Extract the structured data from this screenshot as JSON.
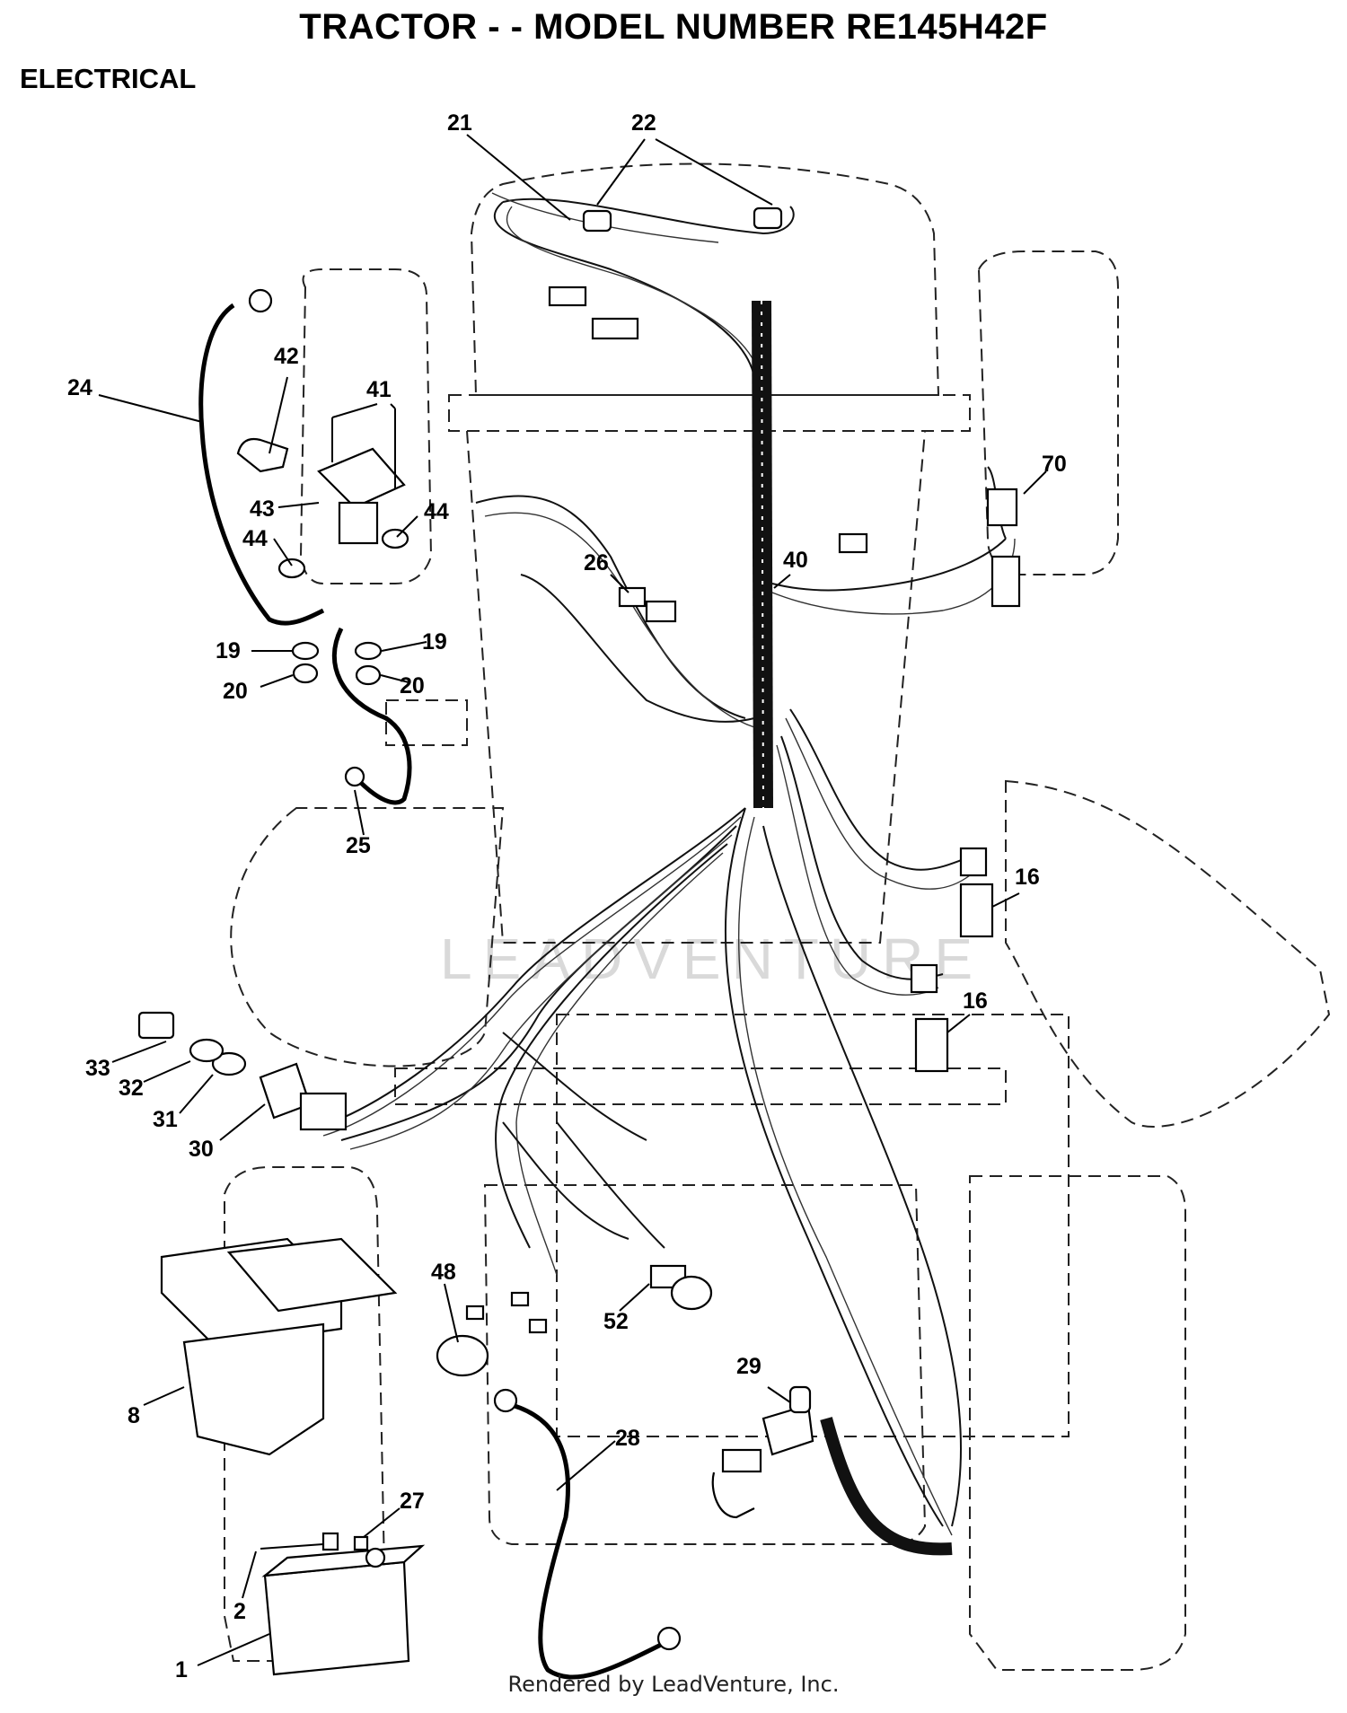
{
  "header": {
    "title": "TRACTOR - - MODEL NUMBER RE145H42F",
    "section": "ELECTRICAL"
  },
  "footer": {
    "credit": "Rendered by LeadVenture, Inc."
  },
  "callouts": [
    "21",
    "22",
    "24",
    "42",
    "41",
    "43",
    "44",
    "44",
    "19",
    "19",
    "20",
    "20",
    "25",
    "26",
    "40",
    "70",
    "16",
    "16",
    "33",
    "32",
    "31",
    "30",
    "48",
    "52",
    "8",
    "29",
    "28",
    "27",
    "2",
    "1"
  ]
}
